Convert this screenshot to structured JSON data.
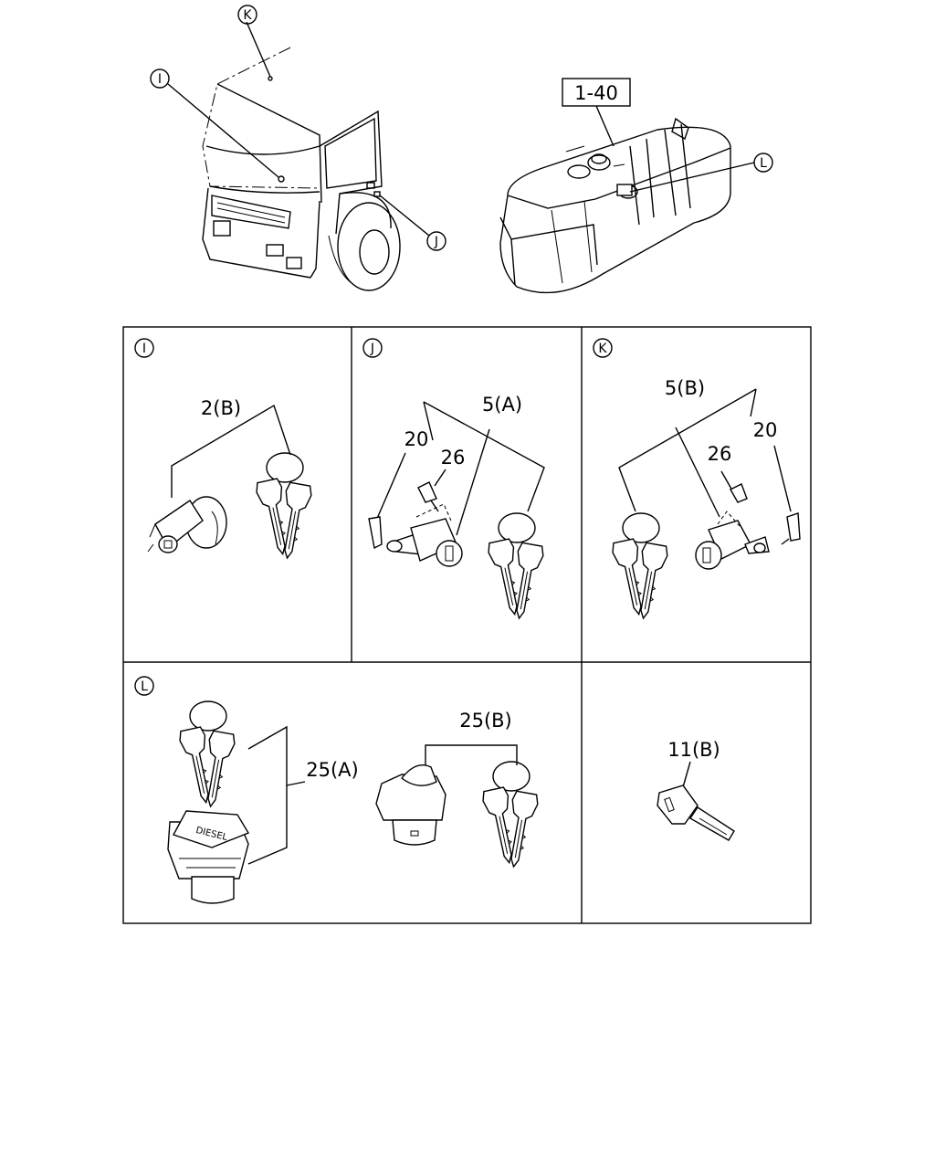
{
  "view_markers": {
    "i": "I",
    "j": "J",
    "k": "K",
    "l": "L"
  },
  "ref_box": "1-40",
  "panel_i": {
    "label": "2(B)"
  },
  "panel_j": {
    "label_set": "5(A)",
    "label_bracket": "20",
    "label_bolt": "26"
  },
  "panel_k": {
    "label_set": "5(B)",
    "label_bracket": "20",
    "label_bolt": "26"
  },
  "panel_l": {
    "label_a": "25(A)",
    "label_b": "25(B)",
    "cap_text": "DIESEL"
  },
  "panel_key": {
    "label": "11(B)"
  }
}
